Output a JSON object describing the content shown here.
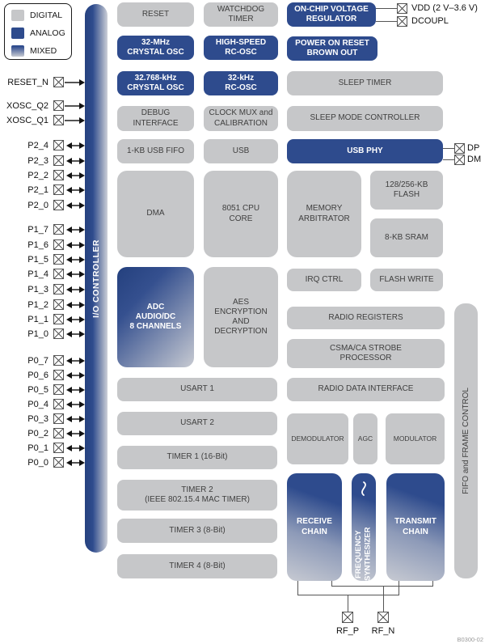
{
  "legend": {
    "digital": "DIGITAL",
    "analog": "ANALOG",
    "mixed": "MIXED"
  },
  "bars": {
    "io_controller": "I/O CONTROLLER",
    "fifo_frame": "FIFO and FRAME CONTROL"
  },
  "blocks": {
    "reset": "RESET",
    "watchdog": "WATCHDOG\nTIMER",
    "vreg": "ON-CHIP VOLTAGE\nREGULATOR",
    "xtal32m": "32-MHz\nCRYSTAL OSC",
    "hs_rcosc": "HIGH-SPEED\nRC-OSC",
    "por": "POWER ON RESET\nBROWN OUT",
    "xtal32k": "32.768-kHz\nCRYSTAL OSC",
    "rc32k": "32-kHz\nRC-OSC",
    "sleep_timer": "SLEEP TIMER",
    "debug": "DEBUG\nINTERFACE",
    "clockmux": "CLOCK MUX and\nCALIBRATION",
    "sleep_mode": "SLEEP MODE CONTROLLER",
    "usb_fifo": "1-KB USB FIFO",
    "usb": "USB",
    "usb_phy": "USB PHY",
    "dma": "DMA",
    "cpu": "8051 CPU\nCORE",
    "mem_arb": "MEMORY\nARBITRATOR",
    "flash": "128/256-KB\nFLASH",
    "sram": "8-KB SRAM",
    "irq": "IRQ CTRL",
    "flash_write": "FLASH WRITE",
    "adc": "ADC\nAUDIO/DC\n8 CHANNELS",
    "aes": "AES\nENCRYPTION\nAND\nDECRYPTION",
    "radio_regs": "RADIO REGISTERS",
    "csma": "CSMA/CA STROBE\nPROCESSOR",
    "radio_data": "RADIO DATA INTERFACE",
    "usart1": "USART 1",
    "usart2": "USART 2",
    "timer1": "TIMER 1 (16-Bit)",
    "timer2": "TIMER 2\n(IEEE 802.15.4 MAC TIMER)",
    "timer3": "TIMER 3 (8-Bit)",
    "timer4": "TIMER 4 (8-Bit)",
    "demod": "DEMODULATOR",
    "agc": "AGC",
    "mod": "MODULATOR",
    "rx_chain": "RECEIVE\nCHAIN",
    "freq_synth": "FREQUENCY\nSYNTHESIZER",
    "tx_chain": "TRANSMIT\nCHAIN"
  },
  "pins": {
    "left": [
      {
        "label": "RESET_N",
        "dir": "in"
      },
      {
        "label": "XOSC_Q2",
        "dir": "in"
      },
      {
        "label": "XOSC_Q1",
        "dir": "in"
      },
      {
        "label": "P2_4",
        "dir": "bi"
      },
      {
        "label": "P2_3",
        "dir": "bi"
      },
      {
        "label": "P2_2",
        "dir": "bi"
      },
      {
        "label": "P2_1",
        "dir": "bi"
      },
      {
        "label": "P2_0",
        "dir": "bi"
      },
      {
        "label": "P1_7",
        "dir": "bi"
      },
      {
        "label": "P1_6",
        "dir": "bi"
      },
      {
        "label": "P1_5",
        "dir": "bi"
      },
      {
        "label": "P1_4",
        "dir": "bi"
      },
      {
        "label": "P1_3",
        "dir": "bi"
      },
      {
        "label": "P1_2",
        "dir": "bi"
      },
      {
        "label": "P1_1",
        "dir": "bi"
      },
      {
        "label": "P1_0",
        "dir": "bi"
      },
      {
        "label": "P0_7",
        "dir": "bi"
      },
      {
        "label": "P0_6",
        "dir": "bi"
      },
      {
        "label": "P0_5",
        "dir": "bi"
      },
      {
        "label": "P0_4",
        "dir": "bi"
      },
      {
        "label": "P0_3",
        "dir": "bi"
      },
      {
        "label": "P0_2",
        "dir": "bi"
      },
      {
        "label": "P0_1",
        "dir": "bi"
      },
      {
        "label": "P0_0",
        "dir": "bi"
      }
    ],
    "right": [
      {
        "label": "VDD (2 V–3.6 V)"
      },
      {
        "label": "DCOUPL"
      },
      {
        "label": "DP"
      },
      {
        "label": "DM"
      }
    ],
    "rf": [
      {
        "label": "RF_P"
      },
      {
        "label": "RF_N"
      }
    ]
  },
  "figure_id": "B0300-02",
  "colors": {
    "digital": "#c6c7c9",
    "analog": "#2e4b8d",
    "mixed_light": "#c7cad2"
  }
}
